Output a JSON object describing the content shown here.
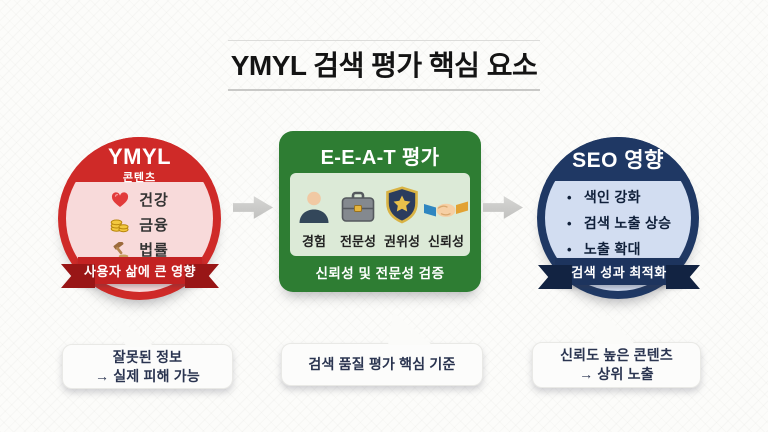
{
  "title": "YMYL 검색 평가 핵심 요소",
  "nodes": {
    "ymyl": {
      "title": "YMYL",
      "subtitle": "콘텐츠",
      "items": [
        {
          "icon": "heart-icon",
          "label": "건강"
        },
        {
          "icon": "coins-icon",
          "label": "금융"
        },
        {
          "icon": "gavel-icon",
          "label": "법률"
        }
      ],
      "banner": "사용자 삶에 큰 영향",
      "colors": {
        "main": "#cf2a28",
        "fill": "#f8dada",
        "banner": "#c32222"
      }
    },
    "eeat": {
      "title": "E-E-A-T 평가",
      "items": [
        {
          "icon": "person-icon",
          "label": "경험"
        },
        {
          "icon": "briefcase-icon",
          "label": "전문성"
        },
        {
          "icon": "shield-star-icon",
          "label": "권위성"
        },
        {
          "icon": "handshake-icon",
          "label": "신뢰성"
        }
      ],
      "caption": "신뢰성 및 전문성 검증",
      "colors": {
        "main": "#2e7d33",
        "fill": "#dcead7"
      }
    },
    "seo": {
      "title": "SEO 영향",
      "bullets": [
        "색인 강화",
        "검색 노출 상승",
        "노출 확대"
      ],
      "banner": "검색 성과 최적화",
      "colors": {
        "main": "#1f3864",
        "fill": "#d2ddf1",
        "banner": "#1d345e"
      }
    }
  },
  "callouts": [
    {
      "line1": "잘못된 정보",
      "line2": "→ 실제 피해 가능"
    },
    {
      "line1": "검색 품질 평가 핵심 기준",
      "line2": ""
    },
    {
      "line1": "신뢰도 높은 콘텐츠",
      "line2": "→ 상위 노출"
    }
  ]
}
